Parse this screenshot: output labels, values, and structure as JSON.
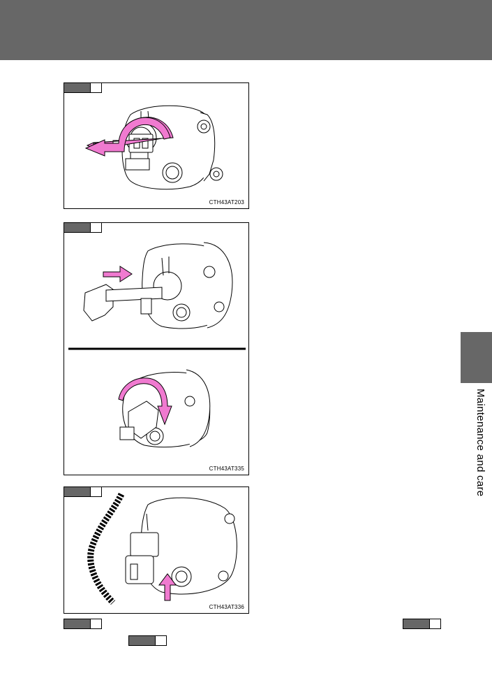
{
  "header": {
    "title": ""
  },
  "figures": [
    {
      "code": "CTH43AT203"
    },
    {
      "code": "CTH43AT335"
    },
    {
      "code": "CTH43AT336"
    }
  ],
  "side_tab": {
    "label": "Maintenance and care"
  },
  "colors": {
    "band_gray": "#676767",
    "arrow_pink": "#f07ad0",
    "line": "#000000"
  },
  "icons": {
    "fig1": "turn-counterclockwise-arrow-icon",
    "fig2a": "insert-arrow-icon",
    "fig2b": "turn-clockwise-arrow-icon",
    "fig3": "push-up-arrow-icon"
  }
}
